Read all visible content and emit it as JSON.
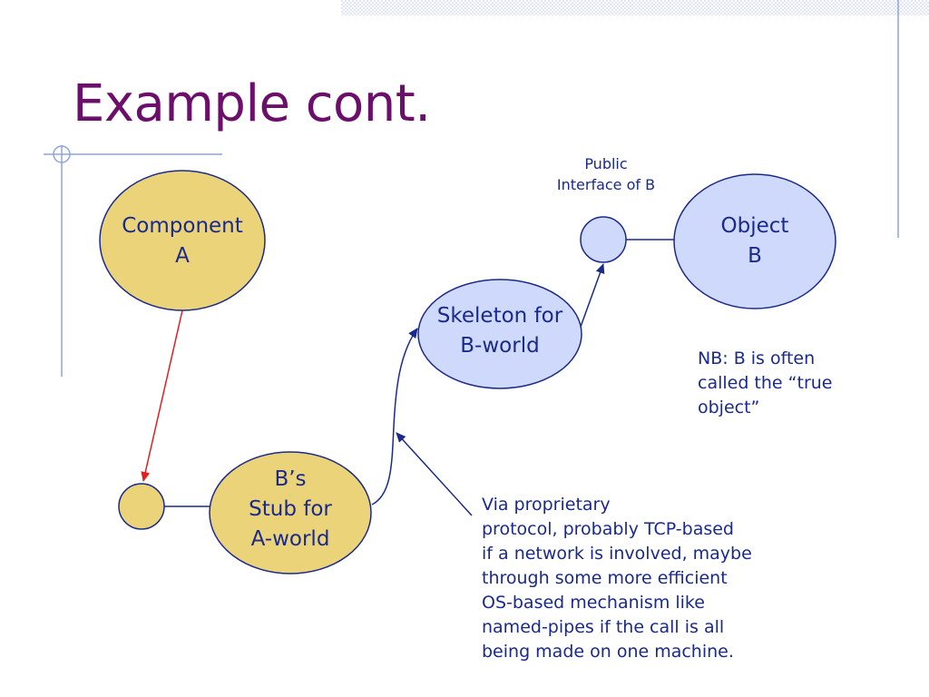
{
  "slide": {
    "title": "Example cont."
  },
  "nodes": {
    "component_a": [
      "Component",
      "A"
    ],
    "stub": [
      "B’s",
      "Stub for",
      "A-world"
    ],
    "skeleton": [
      "Skeleton for",
      "B-world"
    ],
    "object_b": [
      "Object",
      "B"
    ]
  },
  "public_interface_label": [
    "Public",
    "Interface of B"
  ],
  "nb_note": [
    "NB: B is often",
    "called the “true",
    "object”"
  ],
  "protocol_note": [
    "Via proprietary",
    "protocol, probably TCP-based",
    "if a network is involved, maybe",
    "through some more efficient",
    "OS-based mechanism like",
    "named-pipes if the call is all",
    "being made on one machine."
  ],
  "colors": {
    "title": "#6b0f6b",
    "text": "#1a2a8c",
    "gold_fill": "#ebd37a",
    "blue_fill": "#cfd9fb",
    "outline": "#1a2a8c",
    "accent_line": "#8fa4e0",
    "dotted_band": "#c9d3f2",
    "red_arrow": "#e02020"
  }
}
